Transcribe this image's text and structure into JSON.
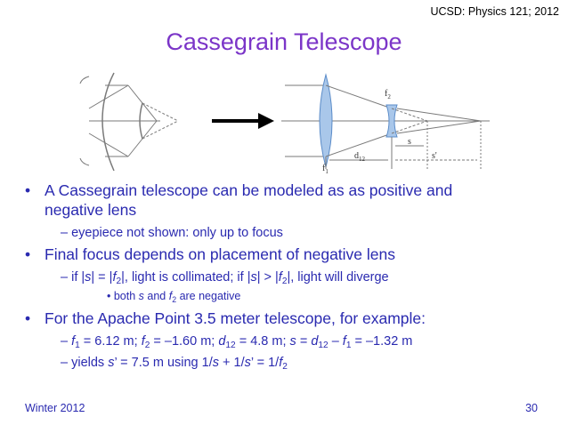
{
  "header": {
    "course": "UCSD: Physics 121; 2012"
  },
  "title": "Cassegrain Telescope",
  "figure": {
    "label_f2": "f",
    "label_f2_sub": "2",
    "label_f1": "f",
    "label_f1_sub": "1",
    "label_d12": "d",
    "label_d12_sub": "12",
    "label_s": "s",
    "label_s_prime": "s'",
    "colors": {
      "lens": "#a9c7ea",
      "rays": "#7a7a7a",
      "arrow": "#000000"
    }
  },
  "bullets": {
    "b1": {
      "line1": "A Cassegrain telescope can be modeled as as positive and",
      "line2": "negative lens"
    },
    "b1_sub": "eyepiece not shown: only up to focus",
    "b2": "Final focus depends on placement of negative lens",
    "b2_sub": {
      "p1": "if |",
      "s1": "s",
      "p2": "| = |",
      "f": "f",
      "sub": "2",
      "p3": "|, light is collimated; if |",
      "s2": "s",
      "p4": "| > |",
      "f2": "f",
      "sub2": "2",
      "p5": "|, light will diverge"
    },
    "b2_subsub": {
      "p1": "both ",
      "s": "s",
      "p2": " and ",
      "f": "f",
      "sub": "2",
      "p3": " are negative"
    },
    "b3": "For the Apache Point 3.5 meter telescope, for example:",
    "b3_sub1": {
      "f1": "f",
      "f1sub": "1",
      "t1": " = 6.12 m; ",
      "f2": "f",
      "f2sub": "2",
      "t2": " = –1.60 m; ",
      "d": "d",
      "dsub": "12",
      "t3": " = 4.8 m; ",
      "s": "s",
      "t4": " = ",
      "d2": "d",
      "d2sub": "12",
      "t5": " – ",
      "f3": "f",
      "f3sub": "1",
      "t6": " = –1.32 m"
    },
    "b3_sub2": {
      "t1": "yields ",
      "s": "s",
      "t2": "’ = 7.5 m using 1/",
      "s2": "s",
      "t3": " + 1/",
      "s3": "s",
      "t4": "’ = 1/",
      "f": "f",
      "fsub": "2"
    }
  },
  "footer": {
    "left": "Winter 2012",
    "right": "30"
  }
}
